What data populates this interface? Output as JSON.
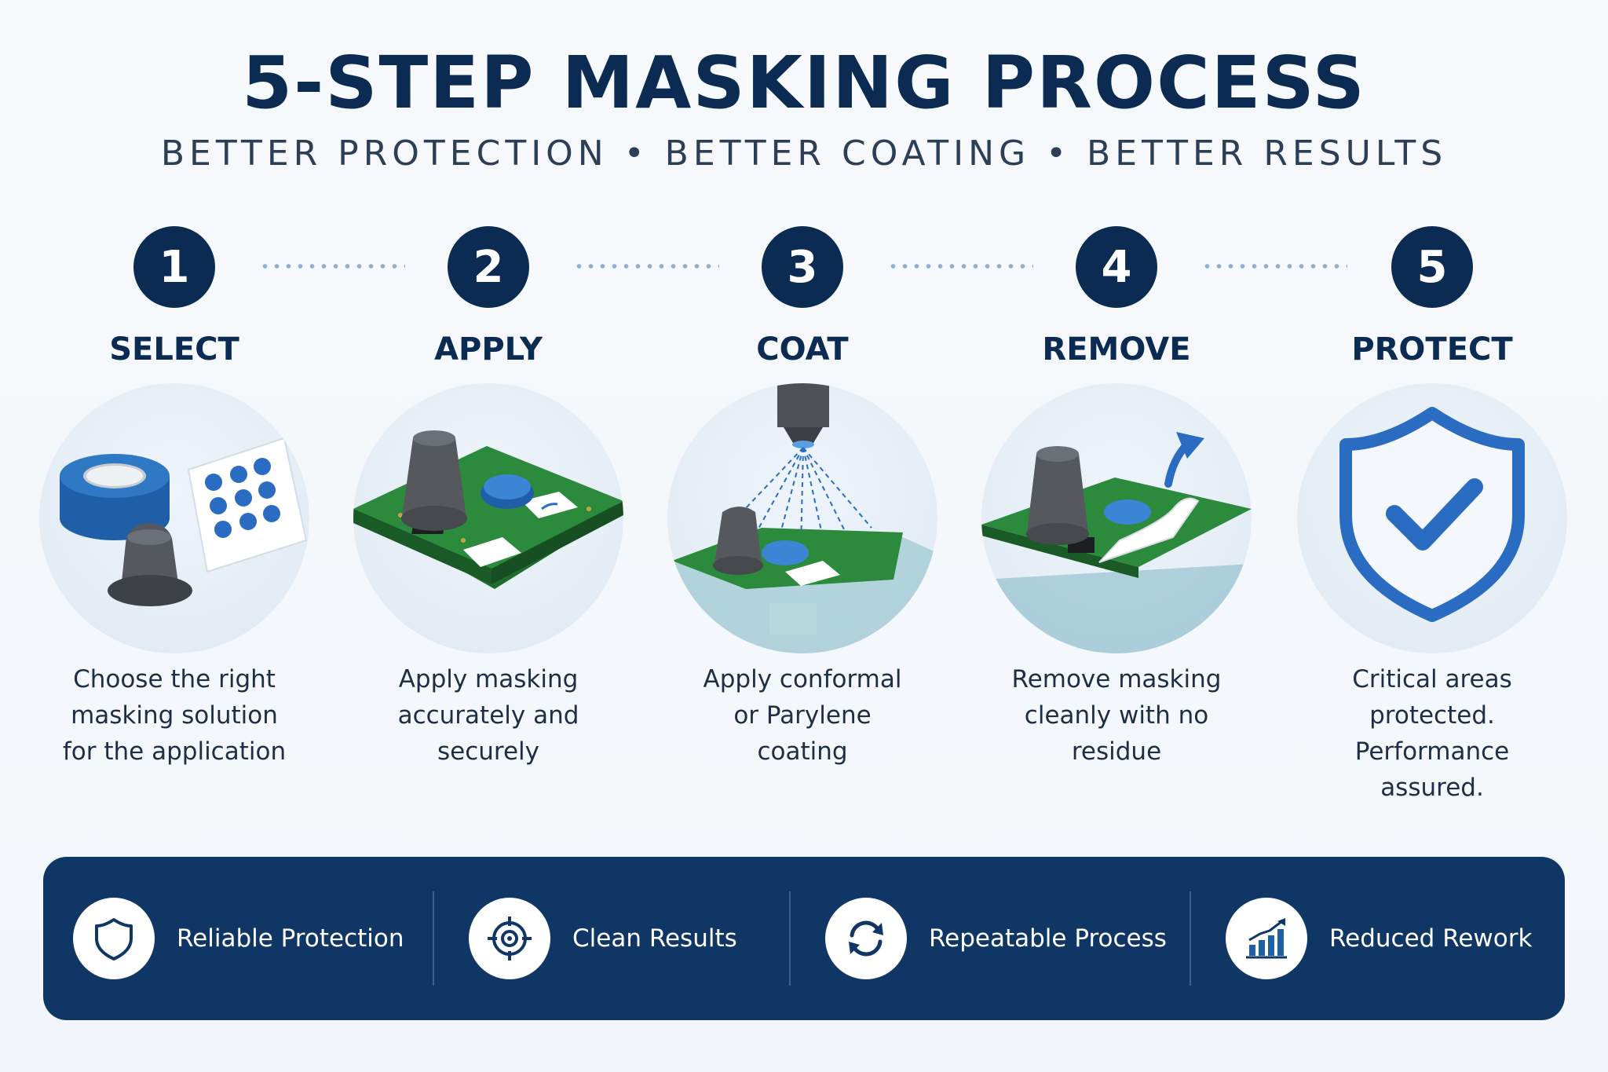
{
  "header": {
    "title": "5-STEP MASKING PROCESS",
    "subtitle": "BETTER PROTECTION • BETTER COATING • BETTER RESULTS"
  },
  "steps": [
    {
      "number": "1",
      "title": "SELECT",
      "description": "Choose the right\nmasking solution\nfor the application",
      "icon": "tape-and-dots-icon"
    },
    {
      "number": "2",
      "title": "APPLY",
      "description": "Apply masking\naccurately and\nsecurely",
      "icon": "pcb-masked-icon"
    },
    {
      "number": "3",
      "title": "COAT",
      "description": "Apply conformal\nor Parylene\ncoating",
      "icon": "spray-nozzle-icon"
    },
    {
      "number": "4",
      "title": "REMOVE",
      "description": "Remove masking\ncleanly with no\nresidue",
      "icon": "peel-off-icon"
    },
    {
      "number": "5",
      "title": "PROTECT",
      "description": "Critical areas\nprotected.\nPerformance\nassured.",
      "icon": "shield-check-icon"
    }
  ],
  "benefits": [
    {
      "label": "Reliable Protection",
      "icon": "shield-icon"
    },
    {
      "label": "Clean Results",
      "icon": "target-icon"
    },
    {
      "label": "Repeatable Process",
      "icon": "refresh-icon"
    },
    {
      "label": "Reduced Rework",
      "icon": "bar-chart-up-icon"
    }
  ],
  "colors": {
    "navy": "#0c2b52",
    "band": "#0f3664",
    "accent_blue": "#2a6cc2",
    "pcb_green": "#2c8a3c",
    "cap_gray": "#5e6368"
  }
}
